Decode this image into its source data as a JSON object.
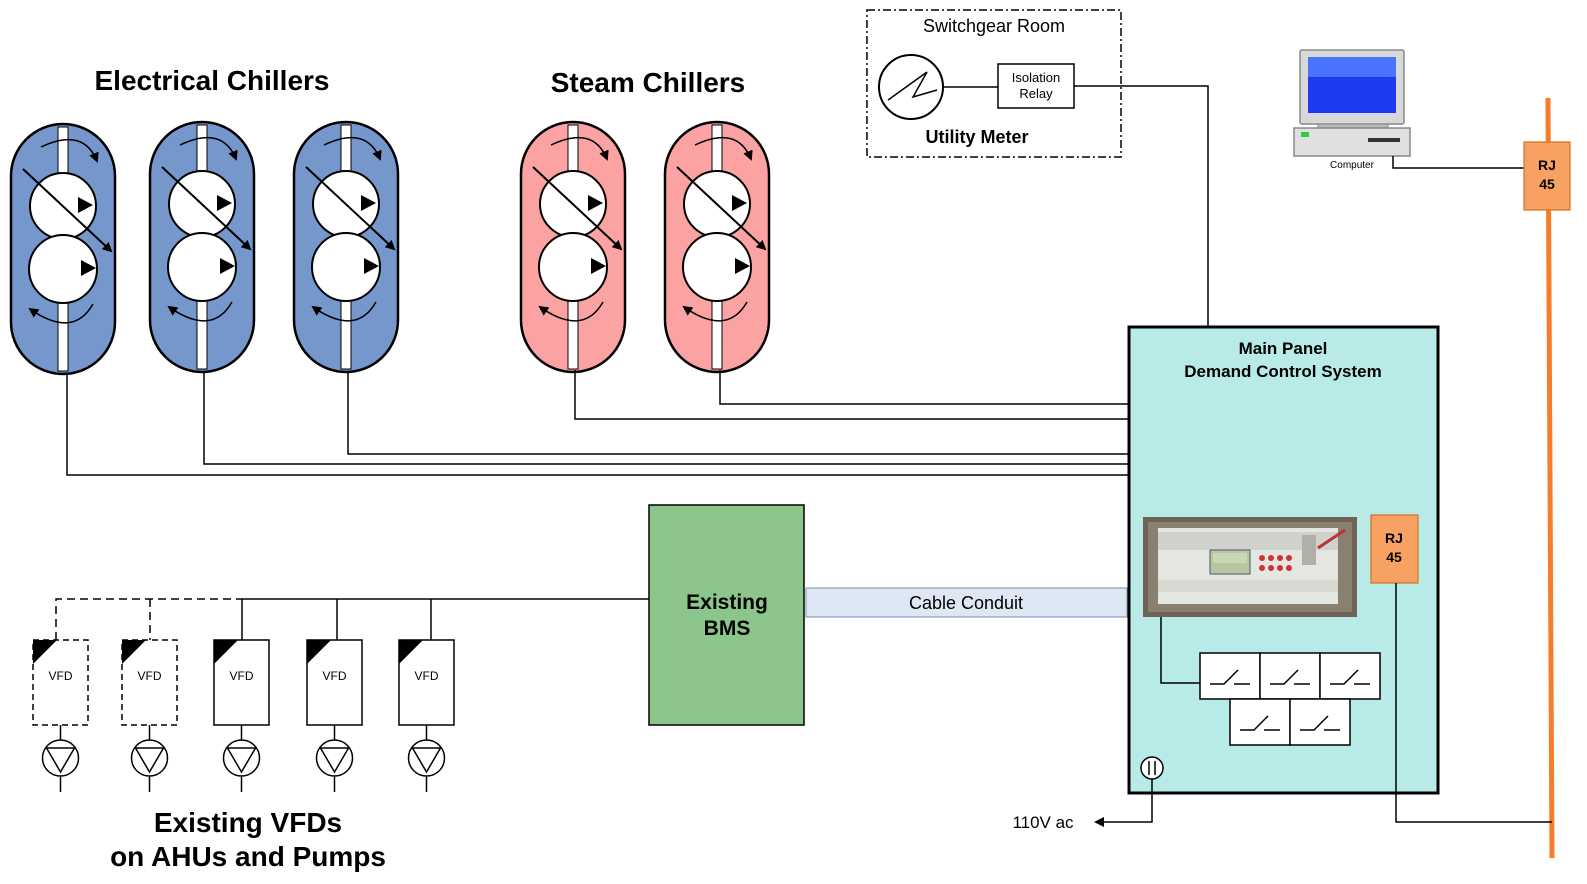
{
  "titles": {
    "electrical_chillers": "Electrical Chillers",
    "steam_chillers": "Steam Chillers",
    "existing_vfds_line1": "Existing VFDs",
    "existing_vfds_line2": "on AHUs and Pumps"
  },
  "switchgear": {
    "room_label": "Switchgear Room",
    "relay_line1": "Isolation",
    "relay_line2": "Relay",
    "meter_label": "Utility Meter"
  },
  "computer": {
    "label": "Computer"
  },
  "rj45_top": {
    "line1": "RJ",
    "line2": "45"
  },
  "main_panel": {
    "title_line1": "Main Panel",
    "title_line2": "Demand Control System",
    "rj45_line1": "RJ",
    "rj45_line2": "45"
  },
  "bms": {
    "line1": "Existing",
    "line2": "BMS"
  },
  "cable_conduit": "Cable Conduit",
  "power": {
    "label": "110V  ac"
  },
  "vfds": [
    {
      "label": "VFD",
      "style": "dashed"
    },
    {
      "label": "VFD",
      "style": "dashed"
    },
    {
      "label": "VFD",
      "style": "solid"
    },
    {
      "label": "VFD",
      "style": "solid"
    },
    {
      "label": "VFD",
      "style": "solid"
    }
  ],
  "colors": {
    "electrical_chiller": "#7597cc",
    "steam_chiller": "#fba3a3",
    "main_panel": "#b8ebe8",
    "bms": "#8cc68c",
    "rj45": "#f7a262",
    "network_cable": "#f77d2b",
    "conduit": "#dde8f4"
  }
}
